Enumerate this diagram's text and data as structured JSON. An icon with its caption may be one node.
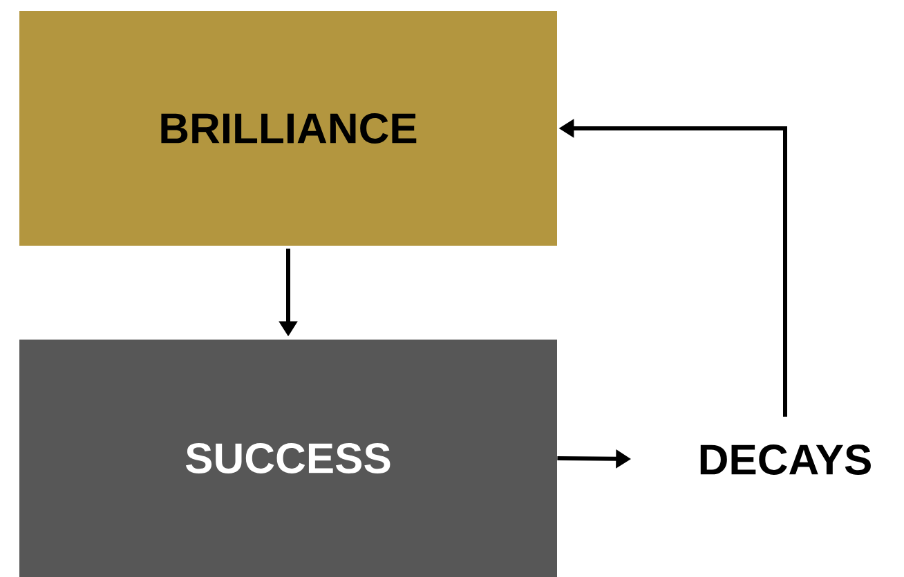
{
  "diagram": {
    "nodes": [
      {
        "text": [
          "BRILLIANCE"
        ]
      },
      {
        "text": [
          "SUCCESS"
        ]
      },
      {
        "text": [
          "DECAYS"
        ]
      }
    ],
    "edges": [
      {
        "from": 0,
        "to": 1,
        "arrow": "to"
      },
      {
        "from": 1,
        "to": 2,
        "arrow": "to"
      },
      {
        "from": 2,
        "to": 0,
        "arrow": "to"
      }
    ]
  }
}
